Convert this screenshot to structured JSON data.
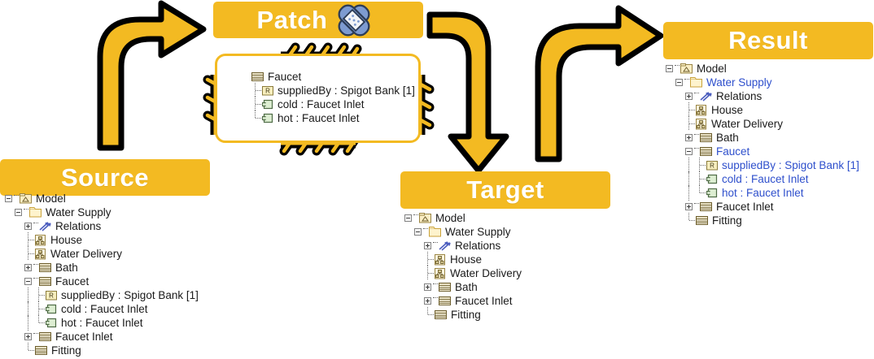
{
  "banners": {
    "source": {
      "label": "Source"
    },
    "patch": {
      "label": "Patch",
      "icon": "bandage-icon"
    },
    "target": {
      "label": "Target"
    },
    "result": {
      "label": "Result"
    }
  },
  "colors": {
    "banner_fill": "#F3BA22",
    "banner_text": "#FFFFFF",
    "arrow_fill": "#F3BA22",
    "arrow_outline": "#000000",
    "highlight_text": "#2E4FCC",
    "tree_text": "#1A1A1A",
    "bandage": "#7D9BD1"
  },
  "arrows": [
    {
      "name": "source-to-patch",
      "from": "source",
      "to": "patch"
    },
    {
      "name": "patch-to-target",
      "from": "patch",
      "to": "target"
    },
    {
      "name": "target-to-result",
      "from": "target",
      "to": "result"
    }
  ],
  "trees": {
    "source": {
      "name": "source-model-tree",
      "rows": [
        {
          "depth": 0,
          "expander": "minus",
          "icon": "model-icon",
          "label": "Model",
          "blue": false,
          "last": false
        },
        {
          "depth": 1,
          "expander": "minus",
          "icon": "folder-icon",
          "label": "Water Supply",
          "blue": false,
          "last": true
        },
        {
          "depth": 2,
          "expander": "plus",
          "icon": "relations-icon",
          "label": "Relations",
          "blue": false,
          "last": false
        },
        {
          "depth": 2,
          "expander": "none",
          "icon": "diagram-icon",
          "label": "House",
          "blue": false,
          "last": false
        },
        {
          "depth": 2,
          "expander": "none",
          "icon": "diagram-icon",
          "label": "Water Delivery",
          "blue": false,
          "last": false
        },
        {
          "depth": 2,
          "expander": "plus",
          "icon": "block-icon",
          "label": "Bath",
          "blue": false,
          "last": false
        },
        {
          "depth": 2,
          "expander": "minus",
          "icon": "block-icon",
          "label": "Faucet",
          "blue": false,
          "last": false
        },
        {
          "depth": 3,
          "expander": "none",
          "icon": "reference-icon",
          "label": "suppliedBy : Spigot Bank [1]",
          "blue": false,
          "last": false
        },
        {
          "depth": 3,
          "expander": "none",
          "icon": "port-icon",
          "label": "cold : Faucet Inlet",
          "blue": false,
          "last": false
        },
        {
          "depth": 3,
          "expander": "none",
          "icon": "port-icon",
          "label": "hot : Faucet Inlet",
          "blue": false,
          "last": true
        },
        {
          "depth": 2,
          "expander": "plus",
          "icon": "block-icon",
          "label": "Faucet Inlet",
          "blue": false,
          "last": false
        },
        {
          "depth": 2,
          "expander": "none",
          "icon": "block-icon",
          "label": "Fitting",
          "blue": false,
          "last": true
        }
      ]
    },
    "patch": {
      "name": "patch-fragment-tree",
      "rows": [
        {
          "depth": 0,
          "expander": "none",
          "icon": "block-icon",
          "label": "Faucet",
          "blue": false,
          "last": false,
          "noconn": true
        },
        {
          "depth": 1,
          "expander": "none",
          "icon": "reference-icon",
          "label": "suppliedBy : Spigot Bank [1]",
          "blue": false,
          "last": false
        },
        {
          "depth": 1,
          "expander": "none",
          "icon": "port-icon",
          "label": "cold : Faucet Inlet",
          "blue": false,
          "last": false
        },
        {
          "depth": 1,
          "expander": "none",
          "icon": "port-icon",
          "label": "hot : Faucet Inlet",
          "blue": false,
          "last": true
        }
      ]
    },
    "target": {
      "name": "target-model-tree",
      "rows": [
        {
          "depth": 0,
          "expander": "minus",
          "icon": "model-icon",
          "label": "Model",
          "blue": false,
          "last": false
        },
        {
          "depth": 1,
          "expander": "minus",
          "icon": "folder-icon",
          "label": "Water Supply",
          "blue": false,
          "last": true
        },
        {
          "depth": 2,
          "expander": "plus",
          "icon": "relations-icon",
          "label": "Relations",
          "blue": false,
          "last": false
        },
        {
          "depth": 2,
          "expander": "none",
          "icon": "diagram-icon",
          "label": "House",
          "blue": false,
          "last": false
        },
        {
          "depth": 2,
          "expander": "none",
          "icon": "diagram-icon",
          "label": "Water Delivery",
          "blue": false,
          "last": false
        },
        {
          "depth": 2,
          "expander": "plus",
          "icon": "block-icon",
          "label": "Bath",
          "blue": false,
          "last": false
        },
        {
          "depth": 2,
          "expander": "plus",
          "icon": "block-icon",
          "label": "Faucet Inlet",
          "blue": false,
          "last": false
        },
        {
          "depth": 2,
          "expander": "none",
          "icon": "block-icon",
          "label": "Fitting",
          "blue": false,
          "last": true
        }
      ]
    },
    "result": {
      "name": "result-model-tree",
      "rows": [
        {
          "depth": 0,
          "expander": "minus",
          "icon": "model-icon",
          "label": "Model",
          "blue": false,
          "last": false
        },
        {
          "depth": 1,
          "expander": "minus",
          "icon": "folder-icon",
          "label": "Water Supply",
          "blue": true,
          "last": true
        },
        {
          "depth": 2,
          "expander": "plus",
          "icon": "relations-icon",
          "label": "Relations",
          "blue": false,
          "last": false
        },
        {
          "depth": 2,
          "expander": "none",
          "icon": "diagram-icon",
          "label": "House",
          "blue": false,
          "last": false
        },
        {
          "depth": 2,
          "expander": "none",
          "icon": "diagram-icon",
          "label": "Water Delivery",
          "blue": false,
          "last": false
        },
        {
          "depth": 2,
          "expander": "plus",
          "icon": "block-icon",
          "label": "Bath",
          "blue": false,
          "last": false
        },
        {
          "depth": 2,
          "expander": "minus",
          "icon": "block-icon",
          "label": "Faucet",
          "blue": true,
          "last": false
        },
        {
          "depth": 3,
          "expander": "none",
          "icon": "reference-icon",
          "label": "suppliedBy : Spigot Bank [1]",
          "blue": true,
          "last": false
        },
        {
          "depth": 3,
          "expander": "none",
          "icon": "port-icon",
          "label": "cold : Faucet Inlet",
          "blue": true,
          "last": false
        },
        {
          "depth": 3,
          "expander": "none",
          "icon": "port-icon",
          "label": "hot : Faucet Inlet",
          "blue": true,
          "last": true
        },
        {
          "depth": 2,
          "expander": "plus",
          "icon": "block-icon",
          "label": "Faucet Inlet",
          "blue": false,
          "last": false
        },
        {
          "depth": 2,
          "expander": "none",
          "icon": "block-icon",
          "label": "Fitting",
          "blue": false,
          "last": true
        }
      ]
    }
  }
}
